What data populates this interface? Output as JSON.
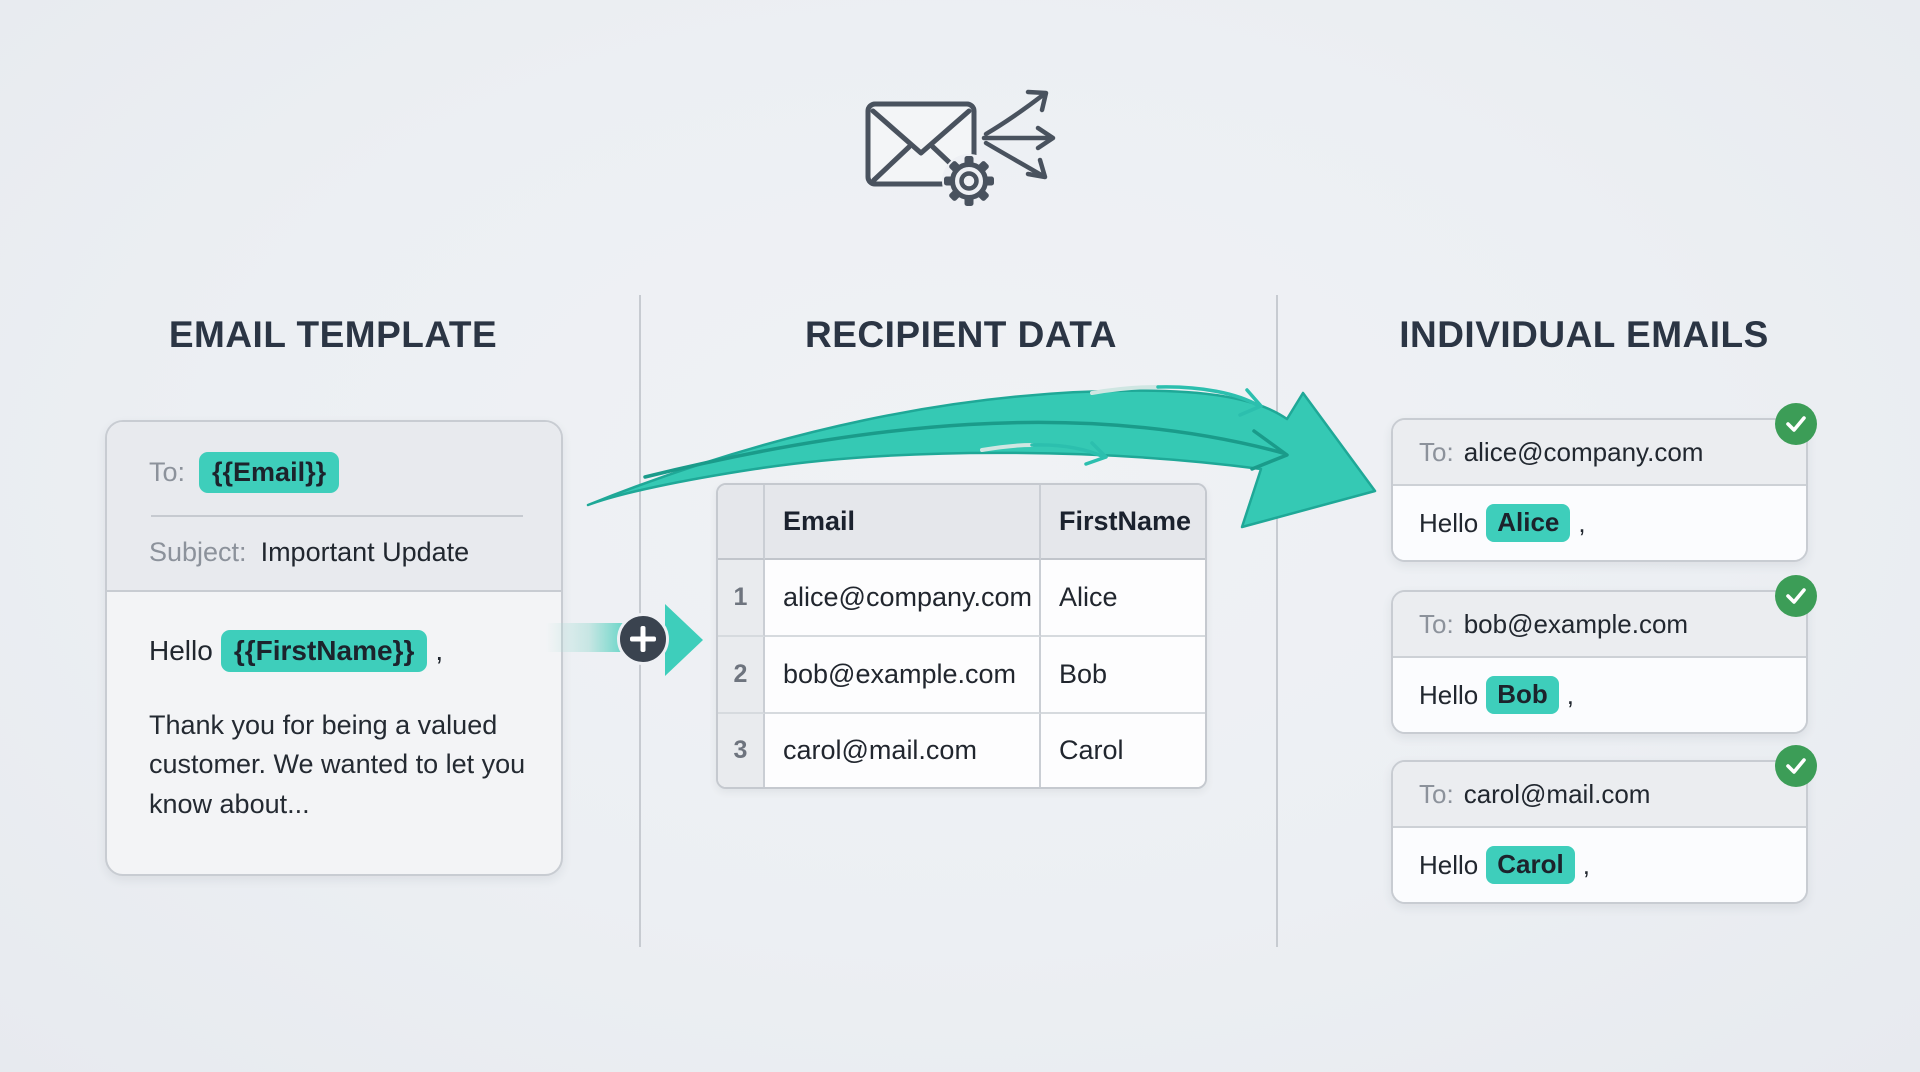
{
  "canvas": {
    "background": "#edeff3"
  },
  "colors": {
    "accent_teal": "#3ECEBB",
    "arrow_teal": "#35C9B4",
    "arrow_outline_teal": "#1FA897",
    "success_green": "#3C9D57",
    "heading_dark": "#2B3544",
    "text_dark": "#21272F",
    "label_gray": "#8C929B",
    "icon_slate": "#49525E",
    "plus_circle_slate": "#3A434F"
  },
  "icons": {
    "header_icon": "envelope-gear-send-icon",
    "connector_icon": "plus-circle-icon",
    "connector_arrowhead": "right-triangle-arrow-icon",
    "flow_arrow": "curved-swoosh-arrow-icon",
    "badge_icon": "check-circle-icon"
  },
  "sections": {
    "template": {
      "heading": "EMAIL TEMPLATE",
      "card": {
        "to_label": "To:",
        "to_value": "{{Email}}",
        "subject_label": "Subject:",
        "subject_value": "Important Update",
        "greeting_prefix": "Hello",
        "greeting_variable": "{{FirstName}}",
        "greeting_suffix": ",",
        "body": "Thank you for being a valued customer. We wanted to let you know about..."
      }
    },
    "recipients": {
      "heading": "RECIPIENT DATA",
      "table": {
        "columns": [
          "Email",
          "FirstName"
        ],
        "rows": [
          {
            "num": "1",
            "email": "alice@company.com",
            "first_name": "Alice"
          },
          {
            "num": "2",
            "email": "bob@example.com",
            "first_name": "Bob"
          },
          {
            "num": "3",
            "email": "carol@mail.com",
            "first_name": "Carol"
          }
        ]
      }
    },
    "individual": {
      "heading": "INDIVIDUAL EMAILS",
      "emails": [
        {
          "to_label": "To:",
          "to_value": "alice@company.com",
          "greeting_prefix": "Hello",
          "name": "Alice",
          "greeting_suffix": ","
        },
        {
          "to_label": "To:",
          "to_value": "bob@example.com",
          "greeting_prefix": "Hello",
          "name": "Bob",
          "greeting_suffix": ","
        },
        {
          "to_label": "To:",
          "to_value": "carol@mail.com",
          "greeting_prefix": "Hello",
          "name": "Carol",
          "greeting_suffix": ","
        }
      ]
    }
  }
}
